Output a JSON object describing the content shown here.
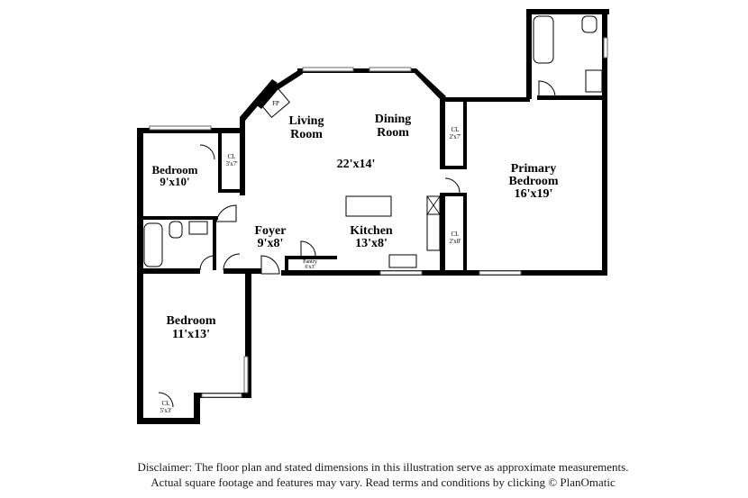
{
  "rooms": {
    "living": {
      "name_line1": "Living",
      "name_line2": "Room"
    },
    "dining": {
      "name_line1": "Dining",
      "name_line2": "Room"
    },
    "living_dining_dims": "22'x14'",
    "primary_bedroom": {
      "name_line1": "Primary",
      "name_line2": "Bedroom",
      "dims": "16'x19'"
    },
    "bedroom_small": {
      "name": "Bedroom",
      "dims": "9'x10'"
    },
    "foyer": {
      "name": "Foyer",
      "dims": "9'x8'"
    },
    "kitchen": {
      "name": "Kitchen",
      "dims": "13'x8'"
    },
    "bedroom_large": {
      "name": "Bedroom",
      "dims": "11'x13'"
    }
  },
  "closets": {
    "bedroom_small_cl": {
      "name": "CL",
      "dims": "3'x7'"
    },
    "primary_cl_upper": {
      "name": "CL",
      "dims": "2'x7'"
    },
    "primary_cl_lower": {
      "name": "CL",
      "dims": "2'x8'"
    },
    "bedroom_large_cl": {
      "name": "CL",
      "dims": "5'x3'"
    },
    "pantry": {
      "name": "Pantry",
      "dims": "6'x3'"
    }
  },
  "fireplace": {
    "label": "FP"
  },
  "disclaimer": {
    "line1": "Disclaimer: The floor plan and stated dimensions in this illustration serve as approximate measurements.",
    "line2": "Actual square footage and features may vary. Read terms and conditions by clicking © PlanOmatic"
  }
}
